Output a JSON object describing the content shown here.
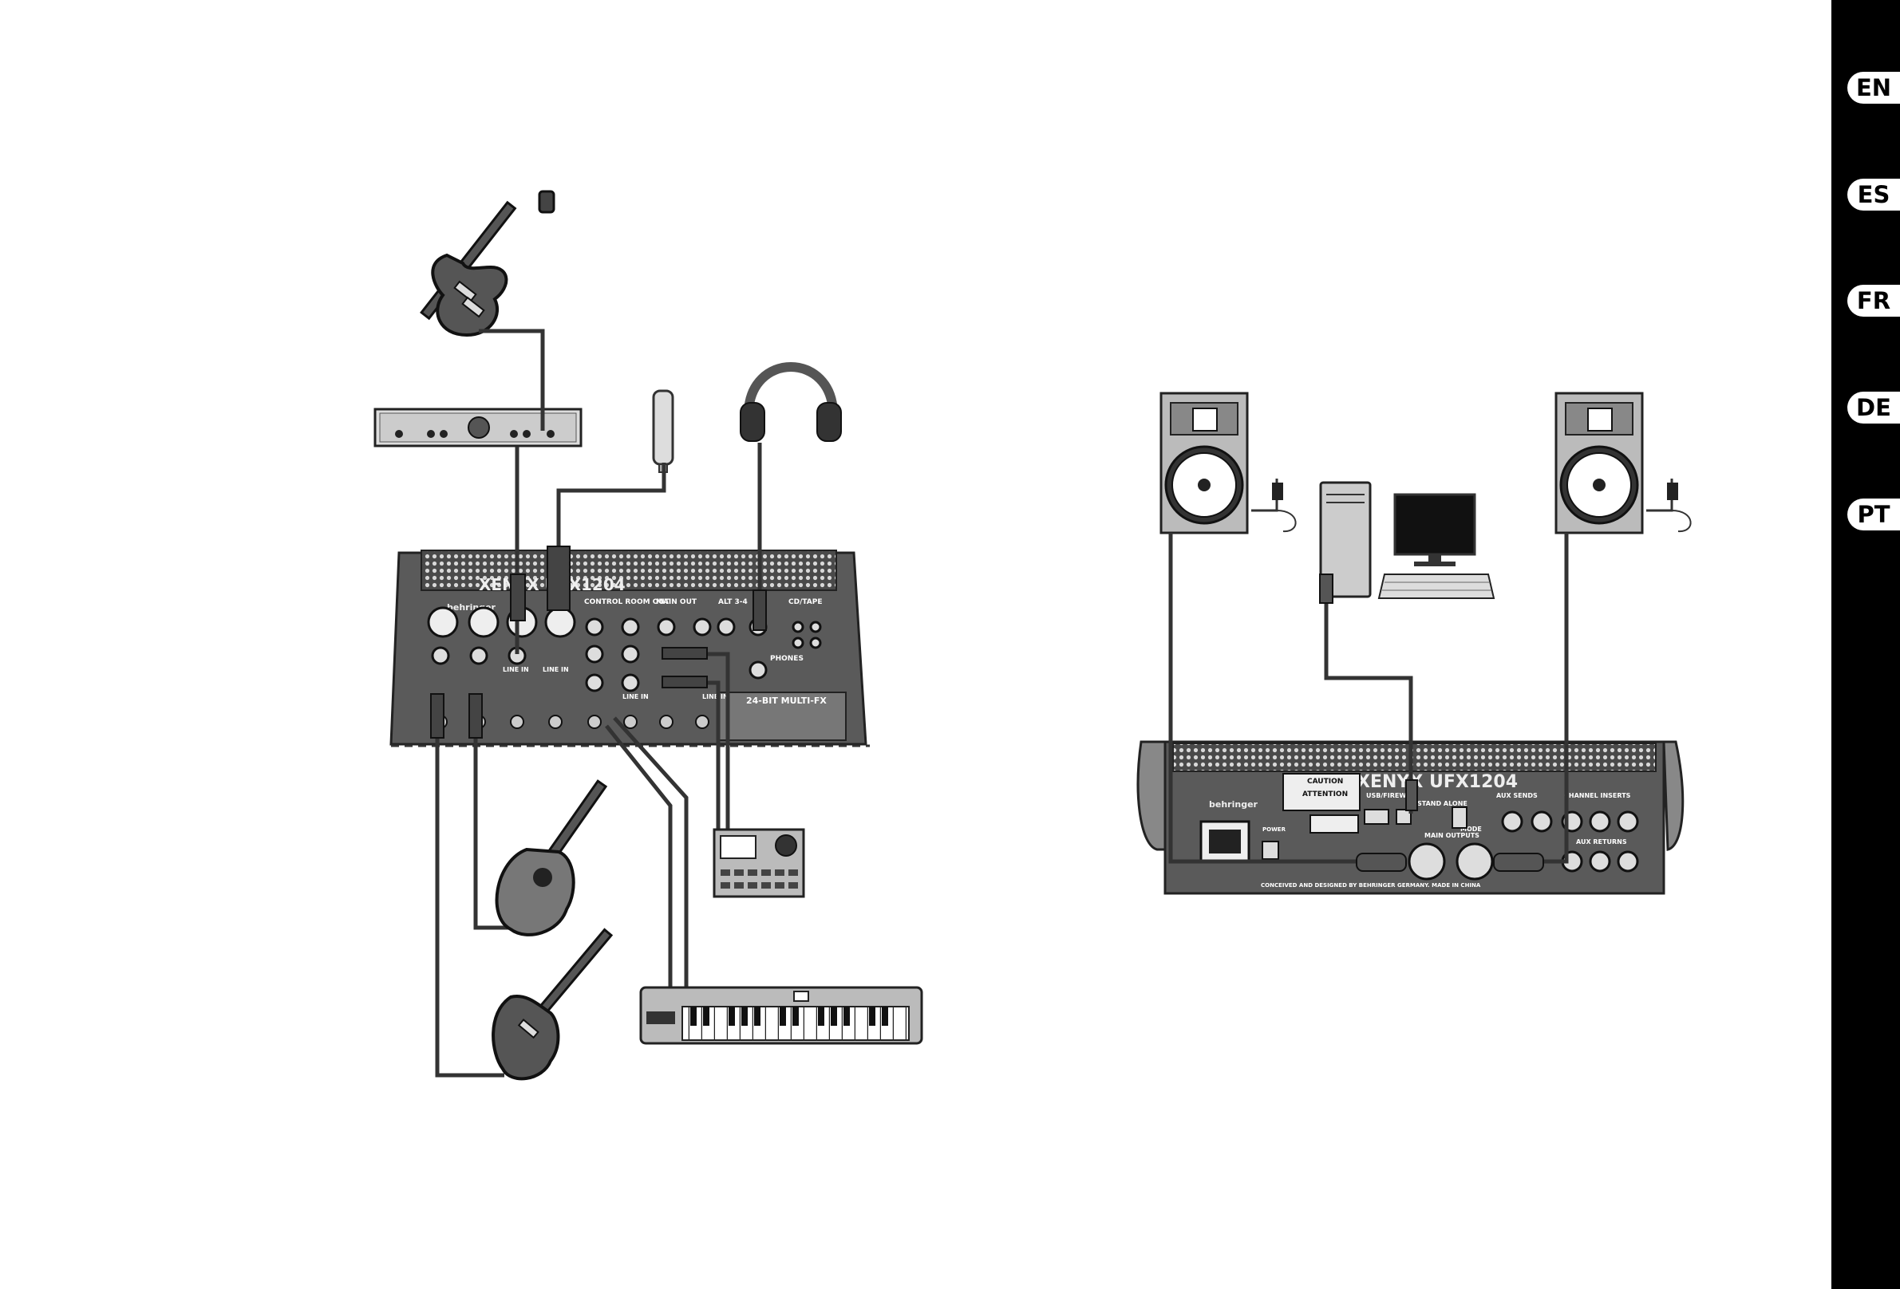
{
  "languages": [
    {
      "code": "EN"
    },
    {
      "code": "ES"
    },
    {
      "code": "FR"
    },
    {
      "code": "DE"
    },
    {
      "code": "PT"
    }
  ],
  "front_mixer": {
    "brand": "behringer",
    "model": "XENYX UFX1204",
    "section_labels": [
      "CONTROL ROOM OUT",
      "MAIN OUT",
      "ALT 3-4",
      "CD/TAPE",
      "PHONES",
      "24-BIT MULTI-FX"
    ],
    "input_labels": [
      "LINE IN",
      "LINE IN",
      "LINE IN",
      "LINE IN"
    ]
  },
  "rear_mixer": {
    "brand": "behringer",
    "model": "XENYX UFX1204",
    "caution_labels": [
      "CAUTION",
      "ATTENTION"
    ],
    "section_labels": [
      "USB/FIREWIRE",
      "STAND ALONE",
      "MODE",
      "AUX SENDS",
      "CHANNEL INSERTS",
      "AUX RETURNS",
      "MAIN OUTPUTS",
      "POWER"
    ],
    "footer": "CONCEIVED AND DESIGNED BY BEHRINGER GERMANY. MADE IN CHINA"
  },
  "colors": {
    "panel": "#5a5a5a",
    "panel_dark": "#3c3c3c",
    "cable": "#333333",
    "sidebar": "#000000"
  }
}
